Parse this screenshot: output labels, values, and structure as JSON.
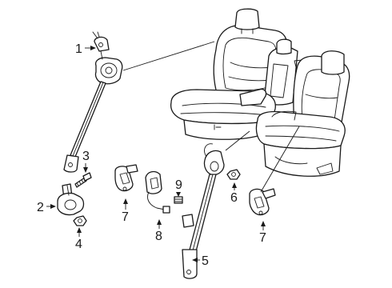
{
  "diagram": {
    "callouts": [
      "1",
      "2",
      "3",
      "4",
      "5",
      "6",
      "7",
      "7",
      "8",
      "9"
    ]
  }
}
